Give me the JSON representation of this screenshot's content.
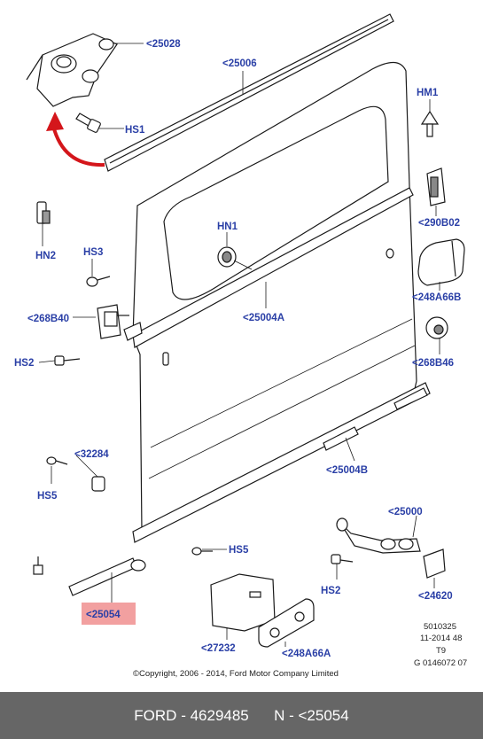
{
  "labels": {
    "l25028": "<25028",
    "l25006": "<25006",
    "hs1": "HS1",
    "hm1": "HM1",
    "l290b02": "<290B02",
    "hn2": "HN2",
    "hn1": "HN1",
    "hs3": "HS3",
    "l248a66b": "<248A66B",
    "l268b40": "<268B40",
    "l25004a": "<25004A",
    "hs2a": "HS2",
    "l268b46": "<268B46",
    "l32284": "<32284",
    "l25004b": "<25004B",
    "hs5a": "HS5",
    "l25000": "<25000",
    "hs5b": "HS5",
    "hs2b": "HS2",
    "l24620": "<24620",
    "l25054": "<25054",
    "l27232": "<27232",
    "l248a66a": "<248A66A"
  },
  "meta": {
    "line1": "5010325",
    "line2": "11-2014 48",
    "line3": "T9",
    "line4": "G 0146072 07"
  },
  "copyright": "©Copyright, 2006 - 2014, Ford Motor Company Limited",
  "footer": {
    "brand": "FORD",
    "part_number": "4629485",
    "ref": "N - <25054"
  },
  "colors": {
    "label": "#2a3fa6",
    "highlight": "#f2a0a0",
    "arrow": "#d4161b",
    "footer_bg": "#666666"
  }
}
